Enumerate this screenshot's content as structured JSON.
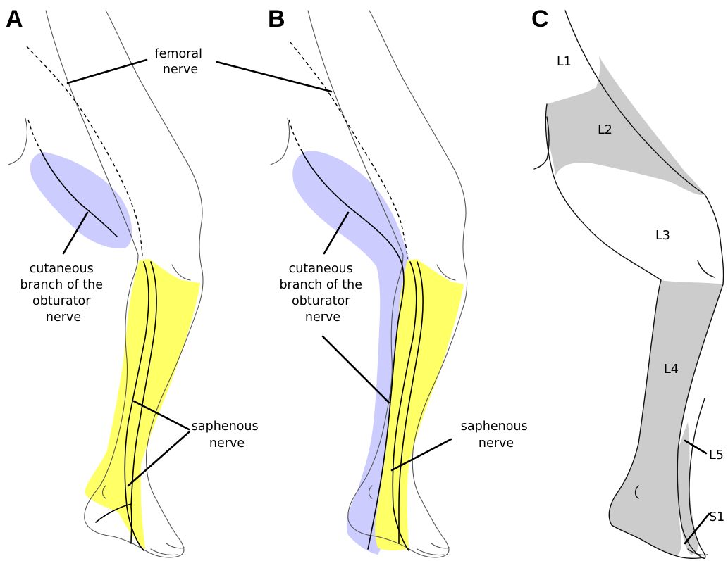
{
  "panels": {
    "a": {
      "letter": "A",
      "femoral_label": [
        "femoral",
        "nerve"
      ],
      "obturator_label": [
        "cutaneous",
        "branch of the",
        "obturator",
        "nerve"
      ],
      "saphenous_label": [
        "saphenous",
        "nerve"
      ]
    },
    "b": {
      "letter": "B",
      "obturator_label": [
        "cutaneous",
        "branch of the",
        "obturator",
        "nerve"
      ],
      "saphenous_label": [
        "saphenous",
        "nerve"
      ]
    },
    "c": {
      "letter": "C",
      "dermatomes": [
        "L1",
        "L2",
        "L3",
        "L4",
        "L5",
        "S1"
      ]
    }
  },
  "colors": {
    "obturator_area": "#ccccff",
    "saphenous_area": "#ffff66",
    "dermatome_shading": "#cccccc",
    "line": "#000000"
  }
}
